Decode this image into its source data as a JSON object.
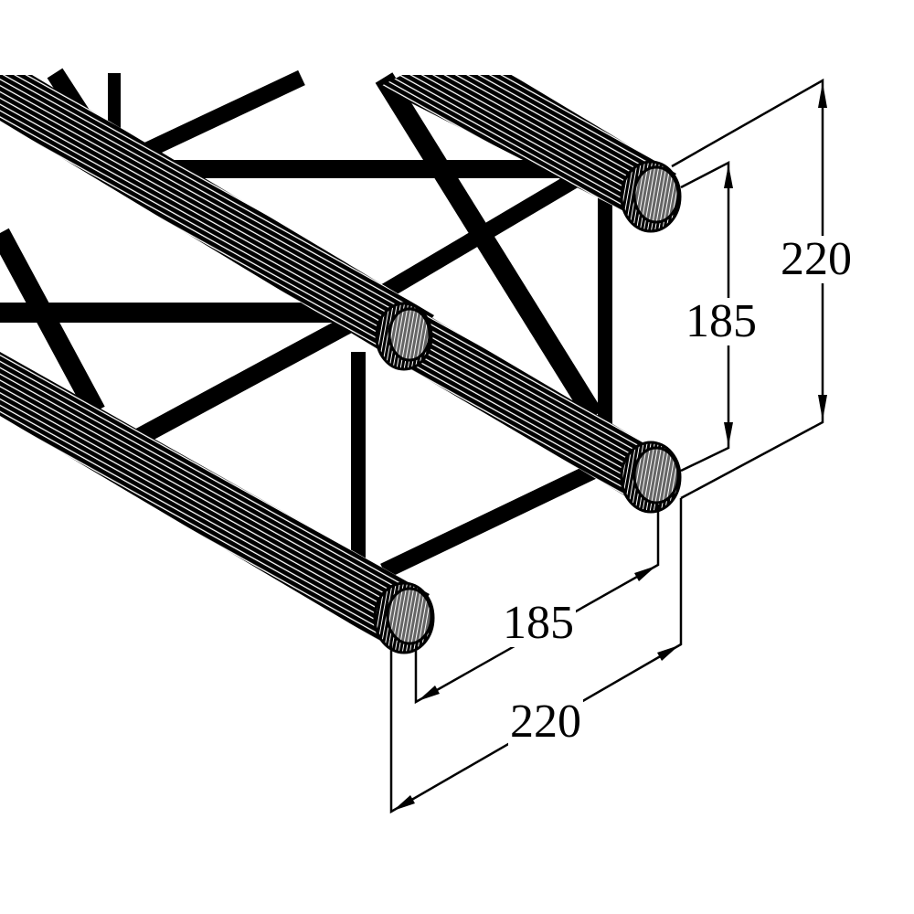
{
  "diagram": {
    "subject": "square truss section",
    "colors": {
      "line": "#000000",
      "background": "#ffffff"
    },
    "dimensions": {
      "outer_height": {
        "label": "220"
      },
      "inner_height": {
        "label": "185"
      },
      "inner_width": {
        "label": "185"
      },
      "outer_width": {
        "label": "220"
      }
    }
  }
}
